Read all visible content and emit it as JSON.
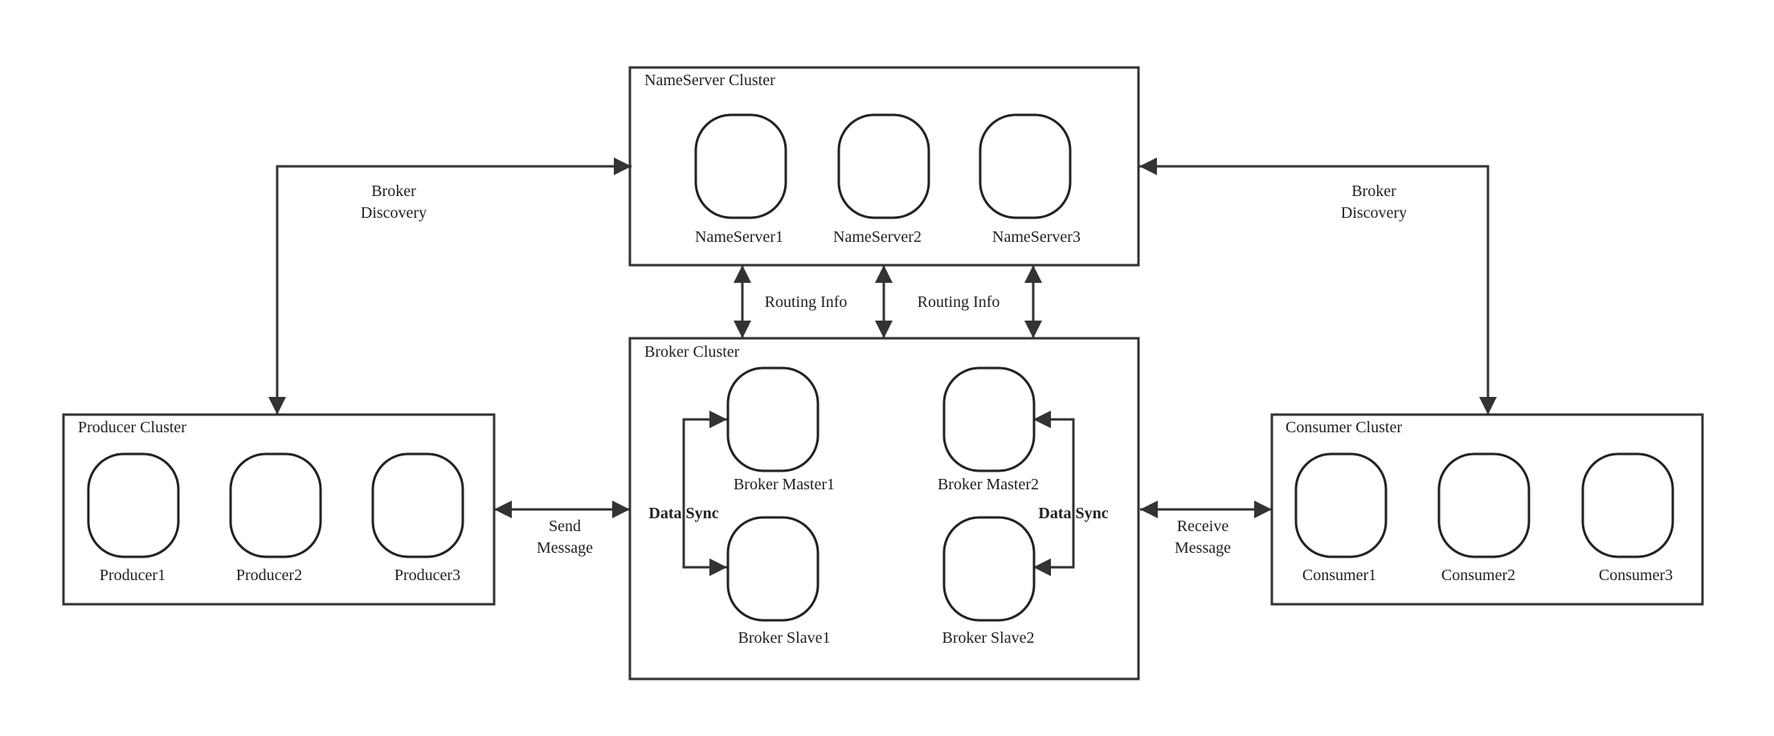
{
  "clusters": {
    "nameserver": {
      "title": "NameServer Cluster",
      "nodes": [
        "NameServer1",
        "NameServer2",
        "NameServer3"
      ]
    },
    "broker": {
      "title": "Broker Cluster",
      "nodes": [
        "Broker Master1",
        "Broker Master2",
        "Broker Slave1",
        "Broker Slave2"
      ]
    },
    "producer": {
      "title": "Producer Cluster",
      "nodes": [
        "Producer1",
        "Producer2",
        "Producer3"
      ]
    },
    "consumer": {
      "title": "Consumer Cluster",
      "nodes": [
        "Consumer1",
        "Consumer2",
        "Consumer3"
      ]
    }
  },
  "edges": {
    "broker_discovery_left": [
      "Broker",
      "Discovery"
    ],
    "broker_discovery_right": [
      "Broker",
      "Discovery"
    ],
    "routing_info_left": "Routing Info",
    "routing_info_right": "Routing Info",
    "send_message": [
      "Send",
      "Message"
    ],
    "receive_message": [
      "Receive",
      "Message"
    ],
    "data_sync_left": "Data Sync",
    "data_sync_right": "Data Sync"
  },
  "colors": {
    "stroke": "#333333",
    "text": "#222222",
    "background": "#ffffff"
  }
}
